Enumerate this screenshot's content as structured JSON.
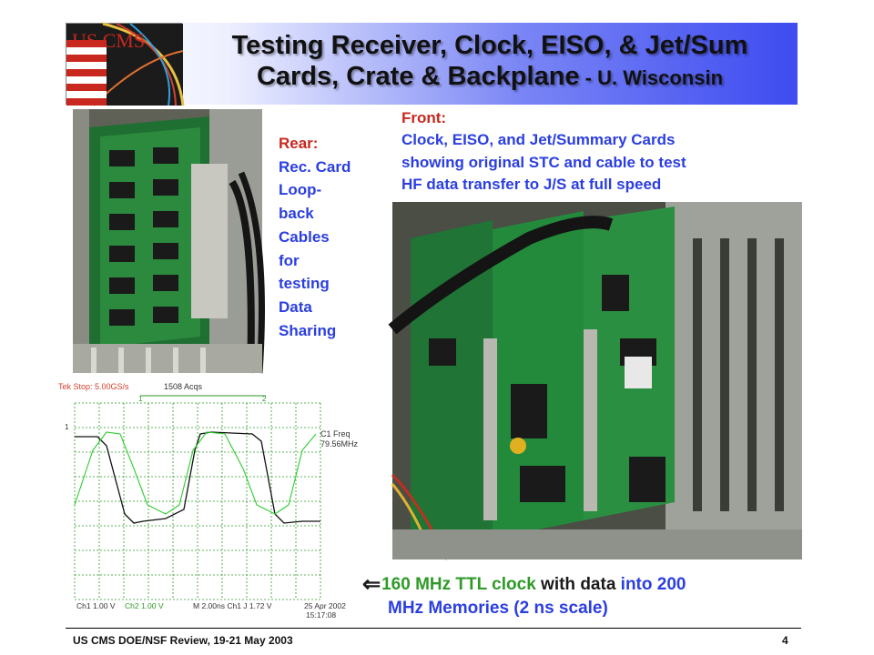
{
  "slide": {
    "title_line1": "Testing Receiver, Clock, EISO, & Jet/Sum",
    "title_line2": "Cards, Crate & Backplane",
    "title_suffix": " - U. Wisconsin",
    "logo_text": "US CMS",
    "colors": {
      "caption_blue": "#2b3ee0",
      "caption_red": "#c8281e",
      "clock_green": "#2e9a28",
      "banner_blue": "#3e4bf0"
    }
  },
  "rear": {
    "header": "Rear:",
    "lines": [
      "Rec. Card",
      "Loop-",
      "back",
      "Cables",
      "for",
      "testing",
      "Data",
      "Sharing"
    ]
  },
  "front": {
    "header": "Front:",
    "lines": [
      "Clock, EISO, and Jet/Summary Cards",
      "showing original STC and cable to test",
      "HF data transfer to J/S at full speed"
    ]
  },
  "scope": {
    "top_status": "Tek Stop: 5.00GS/s",
    "acqs": "1508 Acqs",
    "freq_label": "C1 Freq",
    "freq_value": "79.56MHz",
    "ch1_scale": "Ch1   1.00 V",
    "ch2_scale": "Ch2   1.00 V",
    "time_scale": "M 2.00ns  Ch1  J     1.72 V",
    "date": "25 Apr 2002",
    "time": "15:17:08",
    "marker1": "1",
    "marker2": "2"
  },
  "clock_note": {
    "arrow": "⇐",
    "part_green": "160 MHz TTL clock",
    "part_black": " with data ",
    "part_blue": "into 200",
    "line2": "MHz Memories (2 ns scale)"
  },
  "footer": {
    "left": "US CMS DOE/NSF Review, 19-21 May 2003",
    "page_number": "4"
  }
}
